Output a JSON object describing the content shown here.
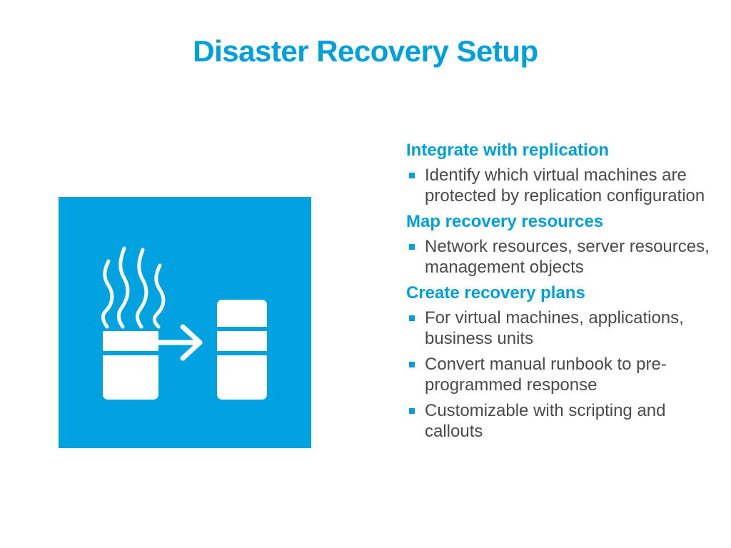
{
  "slide": {
    "title": "Disaster Recovery Setup"
  },
  "illustration": {
    "icon": "server-replication-icon",
    "background_color": "#00a3e0",
    "foreground_color": "#ffffff"
  },
  "colors": {
    "accent": "#00a0dc",
    "body_text": "#4a4a4a"
  },
  "sections": [
    {
      "heading": "Integrate with replication",
      "bullets": [
        "Identify which virtual machines are protected by replication configuration"
      ]
    },
    {
      "heading": "Map recovery resources",
      "bullets": [
        "Network resources, server resources, management objects"
      ]
    },
    {
      "heading": "Create recovery plans",
      "bullets": [
        "For virtual machines, applications, business units",
        "Convert manual runbook to pre-programmed response",
        "Customizable with scripting and callouts"
      ]
    }
  ]
}
